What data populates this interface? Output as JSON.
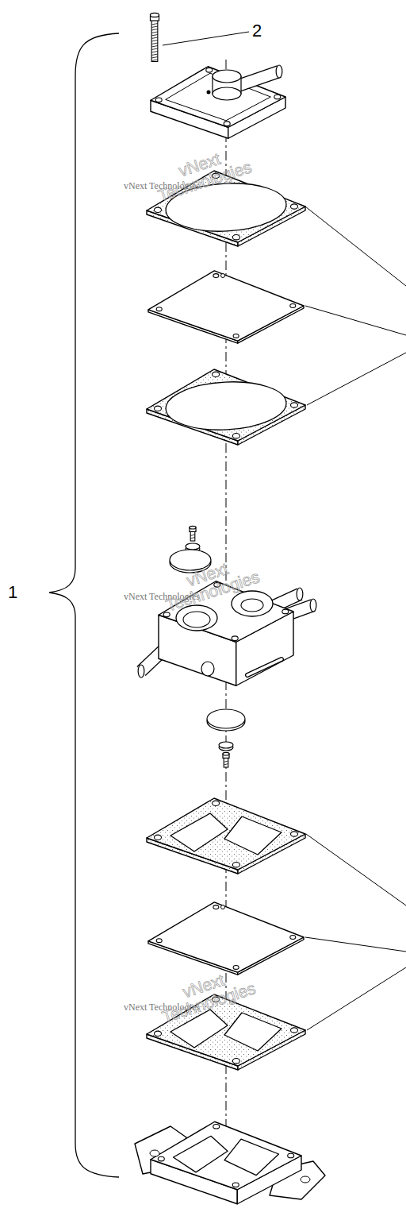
{
  "diagram": {
    "labels": [
      "2",
      "1",
      "vNext Technologies",
      "vNext Technologies",
      "vNext Technologies",
      "vNext Technologies",
      "vNext Technologies",
      "vNext Technologies"
    ]
  }
}
